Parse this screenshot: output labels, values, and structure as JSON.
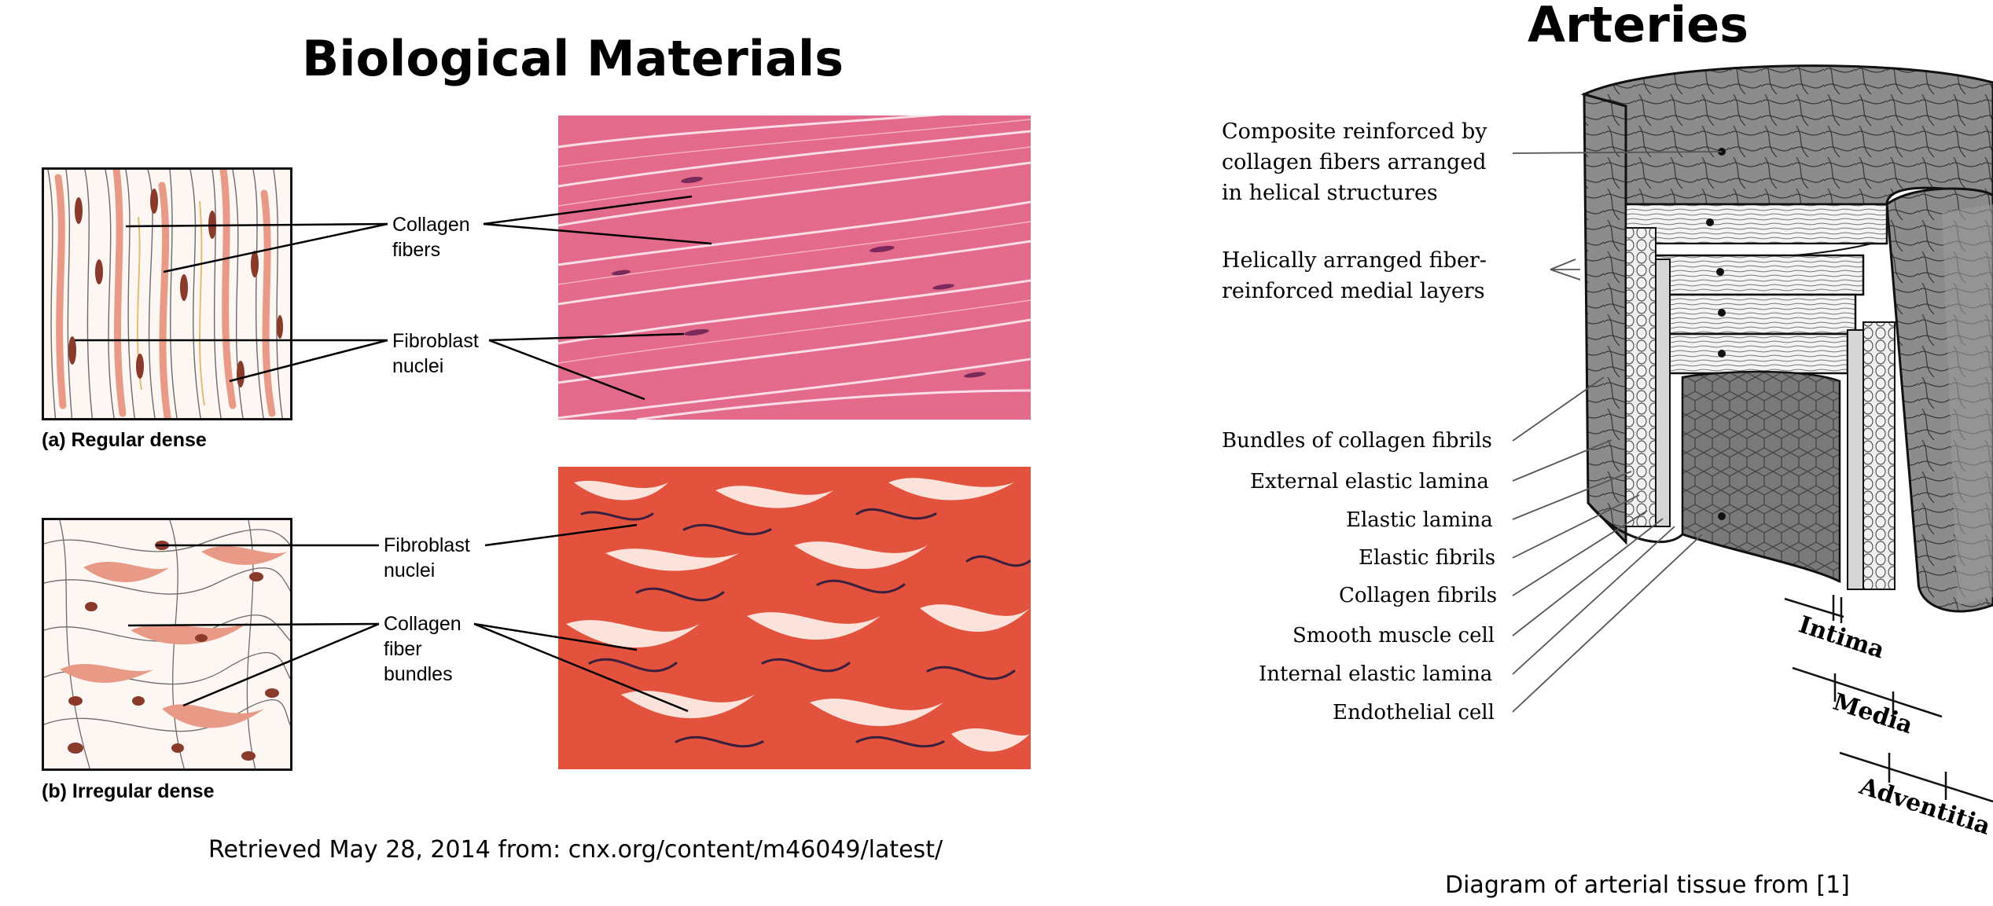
{
  "left": {
    "title": "Biological Materials",
    "panel_a": {
      "label": "(a) Regular dense",
      "callout_collagen": "Collagen\nfibers",
      "callout_fibroblast": "Fibroblast\nnuclei"
    },
    "panel_b": {
      "label": "(b) Irregular dense",
      "callout_fibroblast": "Fibroblast\nnuclei",
      "callout_collagen": "Collagen\nfiber\nbundles"
    },
    "source": "Retrieved May 28, 2014 from: cnx.org/content/m46049/latest/"
  },
  "right": {
    "title": "Arteries",
    "labels": {
      "composite": "Composite reinforced by\ncollagen fibers arranged\nin helical structures",
      "helical": "Helically arranged fiber-\nreinforced medial layers",
      "bundles": "Bundles of collagen fibrils",
      "external": "External elastic lamina",
      "elastic_lamina": "Elastic lamina",
      "elastic_fibrils": "Elastic fibrils",
      "collagen_fibrils": "Collagen fibrils",
      "smooth_muscle": "Smooth muscle cell",
      "internal": "Internal elastic lamina",
      "endothelial": "Endothelial cell"
    },
    "layers": {
      "intima": "Intima",
      "media": "Media",
      "adventitia": "Adventitia"
    },
    "caption": "Diagram of arterial tissue from [1]"
  },
  "colors": {
    "regular_micrograph": "#e46a8c",
    "irregular_micrograph": "#e2523c",
    "collagen_pink": "#e89a86",
    "nucleus_brown": "#8a3a2a",
    "artery_dark": "#6a6a6a",
    "artery_light": "#e8e8e8"
  }
}
